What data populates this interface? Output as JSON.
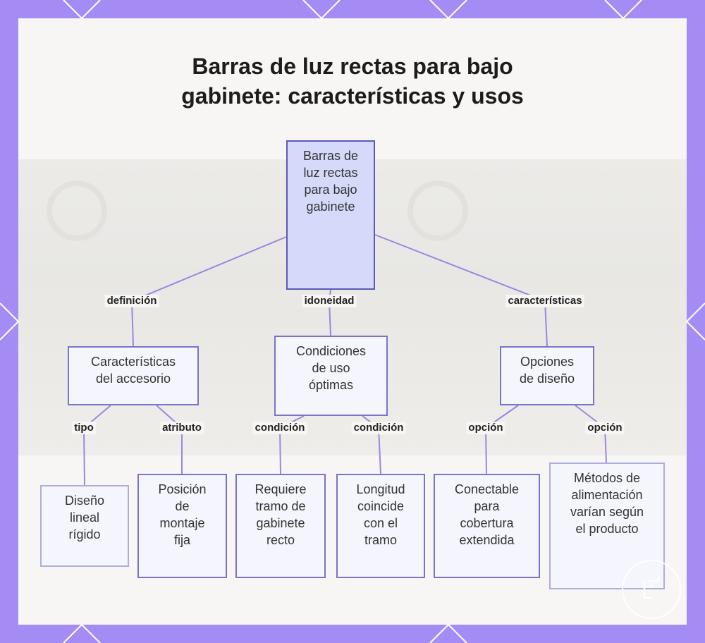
{
  "title": {
    "line1": "Barras de luz rectas para bajo",
    "line2": "gabinete: características y usos"
  },
  "root": {
    "lines": [
      "Barras de",
      "luz rectas",
      "para bajo",
      "gabinete"
    ]
  },
  "branches": [
    {
      "edge_label": "definición",
      "lines": [
        "Características",
        "del accesorio"
      ],
      "children": [
        {
          "edge_label": "tipo",
          "lines": [
            "Diseño",
            "lineal",
            "rígido"
          ]
        },
        {
          "edge_label": "atributo",
          "lines": [
            "Posición",
            "de",
            "montaje",
            "fija"
          ]
        }
      ]
    },
    {
      "edge_label": "idoneidad",
      "lines": [
        "Condiciones",
        "de uso",
        "óptimas"
      ],
      "children": [
        {
          "edge_label": "condición",
          "lines": [
            "Requiere",
            "tramo de",
            "gabinete",
            "recto"
          ]
        },
        {
          "edge_label": "condición",
          "lines": [
            "Longitud",
            "coincide",
            "con el",
            "tramo"
          ]
        }
      ]
    },
    {
      "edge_label": "características",
      "lines": [
        "Opciones",
        "de diseño"
      ],
      "children": [
        {
          "edge_label": "opción",
          "lines": [
            "Conectable",
            "para",
            "cobertura",
            "extendida"
          ]
        },
        {
          "edge_label": "opción",
          "lines": [
            "Métodos de",
            "alimentación",
            "varían según",
            "el producto"
          ]
        }
      ]
    }
  ],
  "colors": {
    "frame": "#a58cf5",
    "edge": "#9b86e3",
    "node_border": "#7b73c8",
    "root_fill": "#d6dafa",
    "node_fill": "#f5f6fd"
  },
  "icons": {
    "corner_logo": "brand-logo-icon"
  }
}
